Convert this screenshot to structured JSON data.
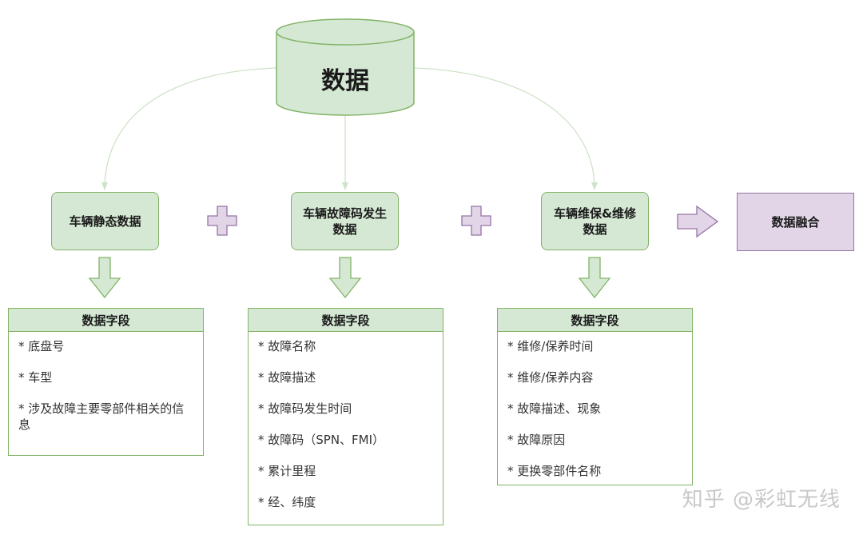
{
  "database": {
    "label": "数据"
  },
  "nodes": {
    "static": {
      "label": "车辆静态数据"
    },
    "fault_code": {
      "label": "车辆故障码发生\n数据"
    },
    "maintenance": {
      "label": "车辆维保&维修\n数据"
    },
    "fusion": {
      "label": "数据融合"
    }
  },
  "tables": {
    "static": {
      "header": "数据字段",
      "items": [
        "* 底盘号",
        "* 车型",
        "* 涉及故障主要零部件相关的信息"
      ]
    },
    "fault_code": {
      "header": "数据字段",
      "items": [
        "* 故障名称",
        "* 故障描述",
        "* 故障码发生时间",
        "* 故障码（SPN、FMI）",
        "* 累计里程",
        "* 经、纬度"
      ]
    },
    "maintenance": {
      "header": "数据字段",
      "items": [
        "* 维修/保养时间",
        "* 维修/保养内容",
        "* 故障描述、现象",
        "* 故障原因",
        "* 更换零部件名称"
      ]
    }
  },
  "colors": {
    "green_fill": "#d5e8d4",
    "green_stroke": "#82b366",
    "purple_fill": "#e1d5e7",
    "purple_stroke": "#9673a6"
  },
  "watermark": {
    "text": "知乎 @彩虹无线"
  }
}
